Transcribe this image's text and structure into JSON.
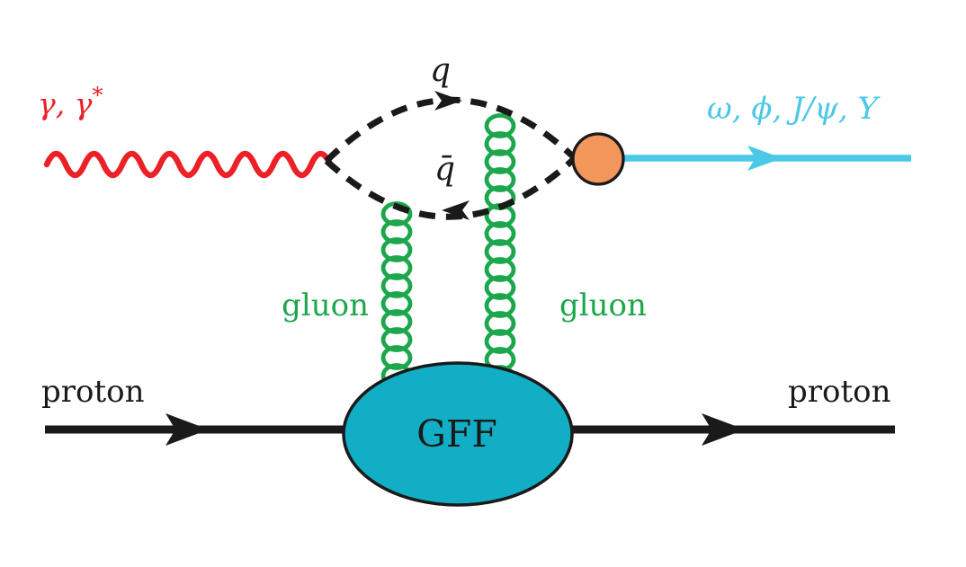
{
  "labels": {
    "photon": {
      "base": "γ, γ",
      "sup": "*"
    },
    "quark": "q",
    "antiquark": "q̄",
    "mesons": "ω, ϕ, J/ψ, Υ",
    "gluon_left": "gluon",
    "gluon_right": "gluon",
    "proton_in": "proton",
    "proton_out": "proton",
    "blob": "GFF"
  },
  "colors": {
    "photon_red": "#EC2027",
    "gluon_green": "#1CA74C",
    "meson_cyan": "#4AC8E6",
    "blob_teal": "#12AEC6",
    "vertex_orange": "#F2965C",
    "line_black": "#1A1A1A"
  }
}
